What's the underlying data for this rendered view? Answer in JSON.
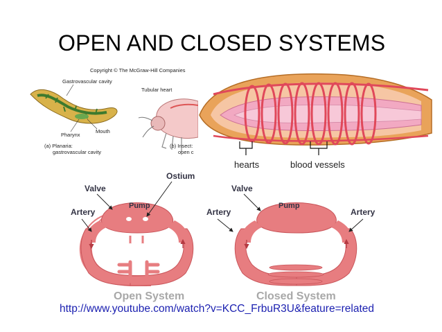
{
  "slide": {
    "title": "OPEN AND CLOSED SYSTEMS"
  },
  "top_left_figure": {
    "copyright": "Copyright © The McGraw-Hill Companies",
    "gastro_label": "Gastrovascular cavity",
    "pharynx_label": "Pharynx",
    "mouth_label": "Mouth",
    "caption_a_line1": "(a) Planaria:",
    "caption_a_line2": "gastrovascular cavity",
    "tubular_heart_label": "Tubular heart",
    "caption_b_line1": "(b) Insect:",
    "caption_b_line2": "open c"
  },
  "worm_figure": {
    "hearts_label": "hearts",
    "vessels_label": "blood vessels"
  },
  "systems_figure": {
    "open": {
      "valve": "Valve",
      "ostium": "Ostium",
      "pump": "Pump",
      "artery": "Artery",
      "title": "Open System"
    },
    "closed": {
      "valve": "Valve",
      "pump": "Pump",
      "artery_left": "Artery",
      "artery_right": "Artery",
      "title": "Closed System"
    }
  },
  "link": {
    "url": "http://www.youtube.com/watch?v=KCC_FrbuR3U&feature=related"
  },
  "colors": {
    "vessel_fill": "#e77d80",
    "vessel_dark": "#c9555a",
    "system_title": "#a8a8a8",
    "link": "#1a1fb0",
    "worm_outer": "#e9a35a",
    "worm_inner": "#f2a9c2"
  }
}
